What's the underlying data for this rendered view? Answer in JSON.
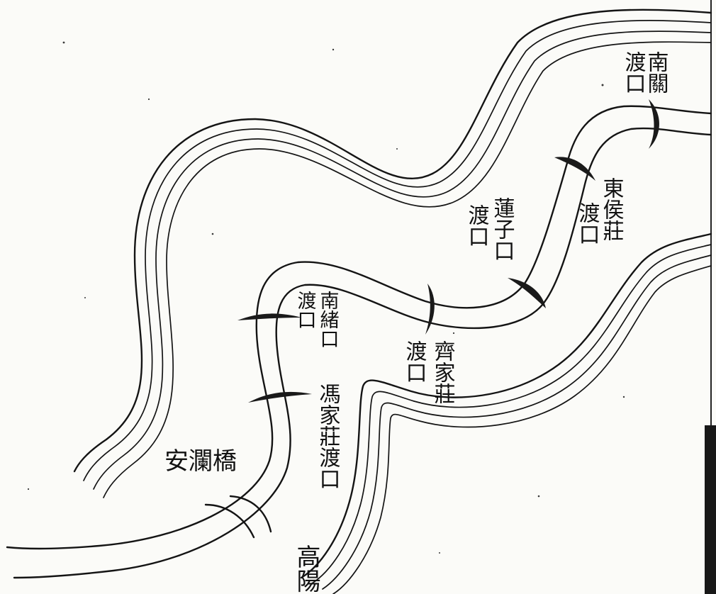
{
  "labels": {
    "nanguan_ferry": {
      "col_right": "南關",
      "col_left": "渡口"
    },
    "donghouzhuang_ferry": {
      "col_right": "東侯莊",
      "col_left": "渡口"
    },
    "lianzikou_ferry": {
      "col_right": "蓮子口",
      "col_left": "渡口"
    },
    "nanxukou_ferry": {
      "col_right": "南緒口",
      "col_left": "渡口"
    },
    "qijiazhuang_ferry": {
      "col_right": "齊家莊",
      "col_left": "渡口"
    },
    "fengjiazhuang_ferry": {
      "col_right": "馮家莊渡口"
    },
    "anlan_bridge": {
      "text": "安瀾橋"
    },
    "gaoyang": {
      "text": "高陽"
    }
  },
  "colors": {
    "ink": "#141414",
    "paper": "#fbfbf8"
  }
}
